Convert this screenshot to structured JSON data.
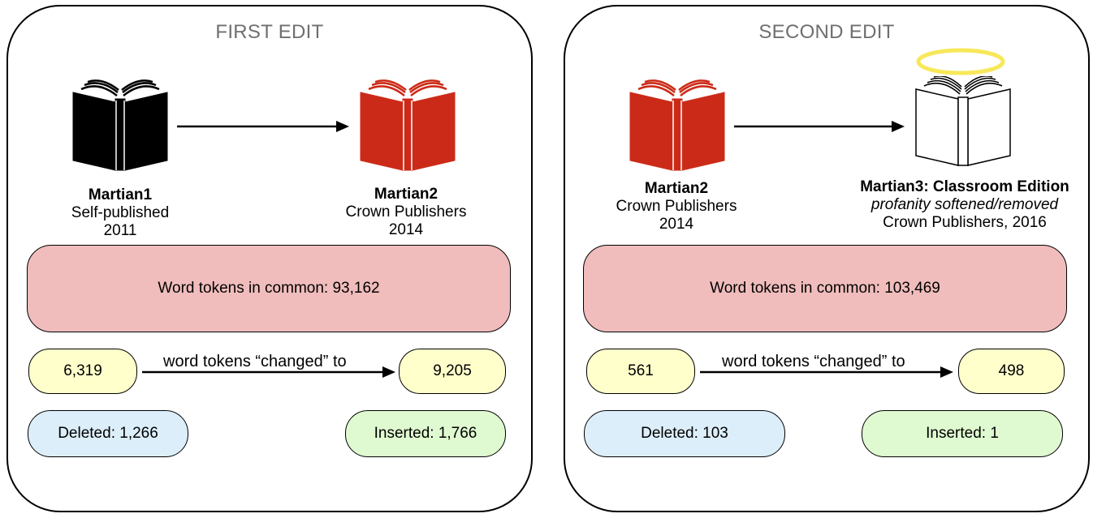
{
  "panels": [
    {
      "title": "FIRST EDIT",
      "source": {
        "name": "Martian1",
        "publisher": "Self-published",
        "year": "2011",
        "color": "#000000"
      },
      "target": {
        "name": "Martian2",
        "publisher": "Crown Publishers",
        "year": "2014",
        "color": "#cc2a18"
      },
      "common": "Word tokens in common: 93,162",
      "changed_from": "6,319",
      "changed_label": "word tokens “changed” to",
      "changed_to": "9,205",
      "deleted": "Deleted: 1,266",
      "inserted": "Inserted: 1,766"
    },
    {
      "title": "SECOND EDIT",
      "source": {
        "name": "Martian2",
        "publisher": "Crown Publishers",
        "year": "2014",
        "color": "#cc2a18"
      },
      "target": {
        "name": "Martian3: Classroom Edition",
        "note": "profanity softened/removed",
        "publisher_year": "Crown Publishers, 2016",
        "color": "#ffffff",
        "halo_color": "#f7e85a"
      },
      "common": "Word tokens in common: 103,469",
      "changed_from": "561",
      "changed_label": "word tokens “changed” to",
      "changed_to": "498",
      "deleted": "Deleted: 103",
      "inserted": "Inserted: 1"
    }
  ],
  "colors": {
    "common_fill": "#f0bdbc",
    "count_fill": "#ffffcc",
    "deleted_fill": "#dceefa",
    "inserted_fill": "#dffad0",
    "title_text": "#6f6f6f"
  },
  "icons": [
    "book-icon",
    "arrow-right-icon",
    "halo-icon"
  ]
}
